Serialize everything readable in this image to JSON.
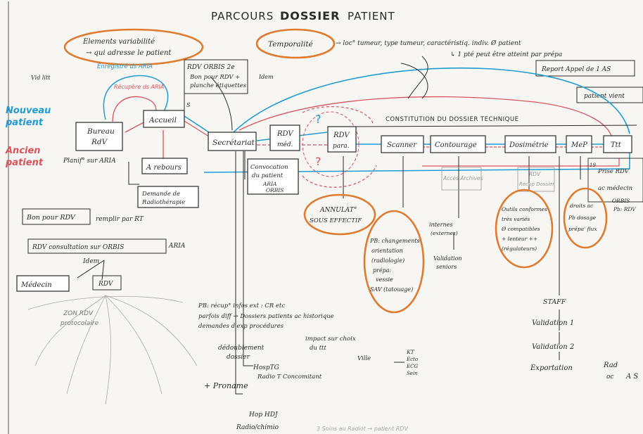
{
  "colors": {
    "ink": "#2a2a2a",
    "orange": "#e07a2e",
    "blue": "#1f9bd6",
    "red": "#d9535f",
    "paper": "#f7f6f2"
  },
  "title": {
    "w1": "PARCOURS",
    "w2": "DOSSIER",
    "w3": "PATIENT"
  },
  "legend": {
    "nouveau_l1": "Nouveau",
    "nouveau_l2": "patient",
    "ancien_l1": "Ancien",
    "ancien_l2": "patient"
  },
  "notes": {
    "elements_l1": "Elements variabilité",
    "elements_l2": "→ qui adresse le patient",
    "temporalite": "Temporalité",
    "temporalite_detail": "→ loc° tumeur, type tumeur, caractéristiq. indiv. Ø patient",
    "temporalite_detail2": "↳ 1 pté peut être atteint par prépa",
    "report_appel": "Report Appel de 1 AS",
    "patient_vient": "patient vient",
    "enregistre_aria": "Enregistré ds ARIA",
    "recupere_aria": "Récupère ds ARIA",
    "rdv_orbis_l1": "RDV ORBIS 2e",
    "rdv_orbis_l2": "Bon pour RDV +",
    "rdv_orbis_l3": "planche étiquettes",
    "idem_top": "Idem",
    "dossier_technique": "CONSTITUTION DU DOSSIER TECHNIQUE",
    "planif_aria": "Planif° sur ARIA",
    "bon_rdv": "Bon pour RDV",
    "remplir_rt": "remplir par RT",
    "rdv_consult": "RDV consultation sur ORBIS",
    "aria_tag": "ARIA",
    "idem_mid": "Idem",
    "annulat_l1": "ANNULAT°",
    "annulat_l2": "SOUS EFFECTIF",
    "pb_l1": "PB: changements",
    "pb_l2": "orientation",
    "pb_l3": "(radiologie)",
    "pb_l4": "prépa:",
    "pb_l5": "vessie",
    "pb_l6": "SAV (tatouage)",
    "internes_l1": "internes",
    "internes_l2": "(externes)",
    "validation_seniors_l1": "Validation",
    "validation_seniors_l2": "seniors",
    "outils_l1": "Outils conformes",
    "outils_l2": "très variés",
    "outils_l3": "Ø compatibles",
    "outils_l4": "+ lenteur ++",
    "outils_l5": "(régulateurs)",
    "droits_l1": "droits ac",
    "droits_l2": "Pb dosage",
    "droits_l3": "prépa' flux",
    "prise_rdv_l1": "Prise RDV",
    "prise_rdv_l2": "ac médecin",
    "orbis_r1": "ORBIS",
    "orbis_r2": "Pb: RDV",
    "pb_recup_l1": "PB: récup° infos ext : CR etc",
    "pb_recup_l2": "parfois diff → Dossiers patients ac historique",
    "pb_recup_l3": "demandes d'exp procédures",
    "impact_l1": "impact sur choix",
    "impact_l2": "du ttt",
    "dedoublement_l1": "dédoublement",
    "dedoublement_l2": "dossier",
    "hosp_tg": "HospTG",
    "radio_concomitant": "Radio T Concomitant",
    "ville": "Ville",
    "kt_l1": "KT",
    "kt_l2": "Ecto",
    "kt_l3": "ECG",
    "kt_l4": "Sein",
    "proname": "+ Proname",
    "hop_hdj": "Hop HDJ",
    "radio_chimio": "Radio/chimio",
    "staff": "STAFF",
    "validation_1": "Validation 1",
    "validation_2": "Validation 2",
    "exportation": "Exportation",
    "rad_l1": "Rad",
    "rad_l2": "oc",
    "ras": "A S",
    "rdv_orbis_small": "ORBIS",
    "acces_archives": "Accès Archives",
    "rdv_recap_l1": "RDV",
    "rdv_recap_l2": "Récup Dossier",
    "bottom_faint": "3        Soins    au Radiot    →   patient   RDV",
    "zone_l1": "ZON RDV",
    "zone_l2": "protocolaire",
    "vid_left": "Vid litt",
    "s_mark": "S",
    "n_mark": "19"
  },
  "nodes": {
    "bureau_l1": "Bureau",
    "bureau_l2": "RdV",
    "accueil": "Accueil",
    "secretariat": "Secrétariat",
    "rdv_med_l1": "RDV",
    "rdv_med_l2": "méd.",
    "rdv_para_l1": "RDV",
    "rdv_para_l2": "para.",
    "scanner": "Scanner",
    "contourage": "Contourage",
    "dosimetrie": "Dosimétrie",
    "mep": "MeP",
    "ttt": "Ttt",
    "a_rebours": "A rebours",
    "demande_l1": "Demande de",
    "demande_l2": "Radiothérapie",
    "convocation_l1": "Convocation",
    "convocation_l2": "du patient",
    "convocation_l3": "ARIA",
    "convocation_l4": "ORBIS",
    "medecin": "Médecin",
    "rdv_box": "RDV"
  }
}
